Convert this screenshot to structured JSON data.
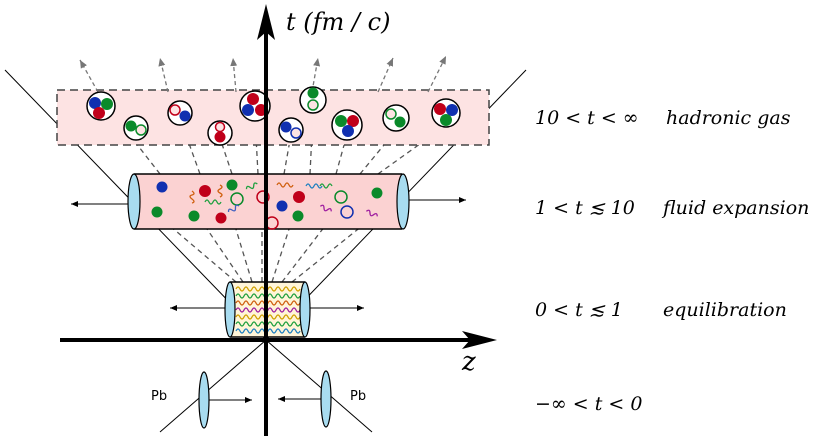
{
  "axes": {
    "time_label": "t (fm / c)",
    "space_label": "z"
  },
  "nucleus_label": "Pb",
  "stages": [
    {
      "range": "10 < t < ∞",
      "name": "hadronic gas"
    },
    {
      "range": "1 < t ≲ 10",
      "name": "fluid expansion"
    },
    {
      "range": "0 < t ≲ 1",
      "name": "equilibration"
    },
    {
      "range": "−∞ < t < 0",
      "name": ""
    }
  ],
  "colors": {
    "red": "#c0001a",
    "green": "#0a8a2a",
    "blue": "#1030b0",
    "tube_fill": "#fbd2d2",
    "cap_fill": "#a8dcf0",
    "gas_box_fill": "#fde3e3"
  }
}
